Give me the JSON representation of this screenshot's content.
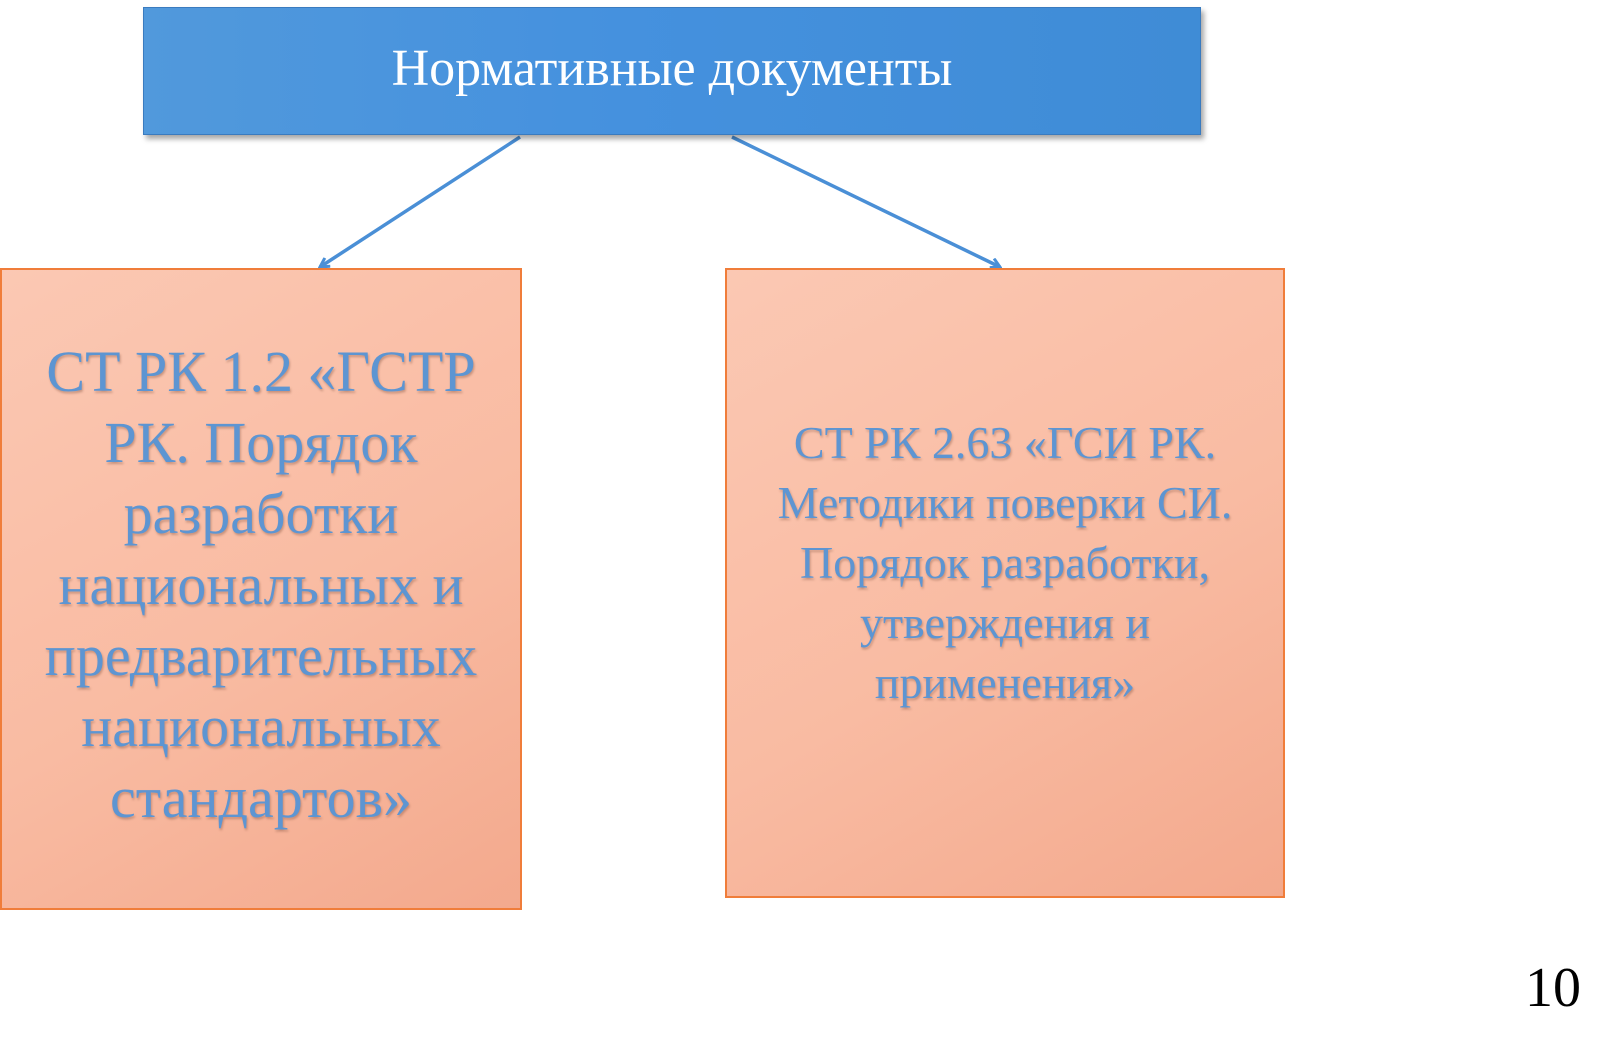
{
  "diagram": {
    "root": {
      "label": "Нормативные документы"
    },
    "children": [
      {
        "label": "СТ РК 1.2 «ГСТР РК. Порядок разработки национальных и предварительных национальных стандартов»"
      },
      {
        "label": "СТ РК 2.63 «ГСИ РК. Методики поверки СИ. Порядок разработки, утверждения и применения»"
      }
    ],
    "colors": {
      "root_fill": "#4591de",
      "child_fill": "#f9bba2",
      "child_border": "#f07d3a",
      "child_text": "#5d95d2",
      "connector": "#4a8fd6"
    }
  },
  "page_number": "10"
}
